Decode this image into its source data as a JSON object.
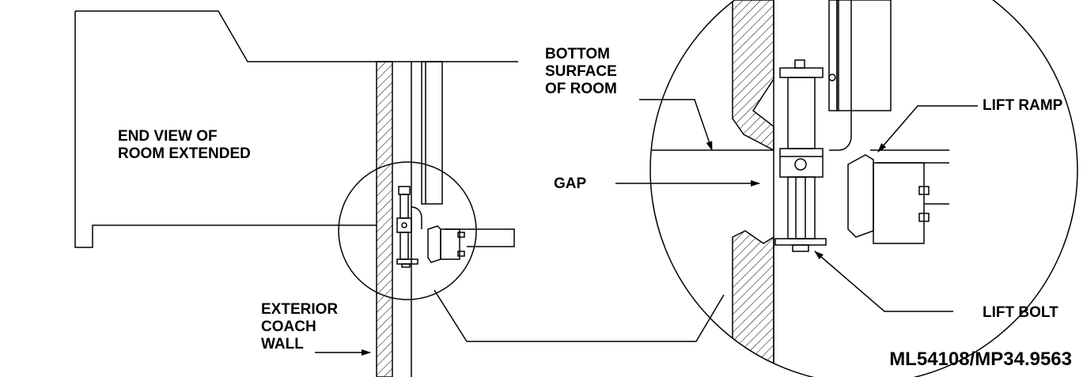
{
  "labels": {
    "room_extended": [
      "END VIEW OF",
      "ROOM EXTENDED"
    ],
    "bottom_surface": [
      "BOTTOM",
      "SURFACE",
      "OF ROOM"
    ],
    "gap": "GAP",
    "lift_ramp": "LIFT RAMP",
    "lift_bolt": "LIFT BOLT",
    "exterior_wall": [
      "EXTERIOR",
      "COACH",
      "WALL"
    ]
  },
  "drawing_number": "ML54108/MP34.9563"
}
